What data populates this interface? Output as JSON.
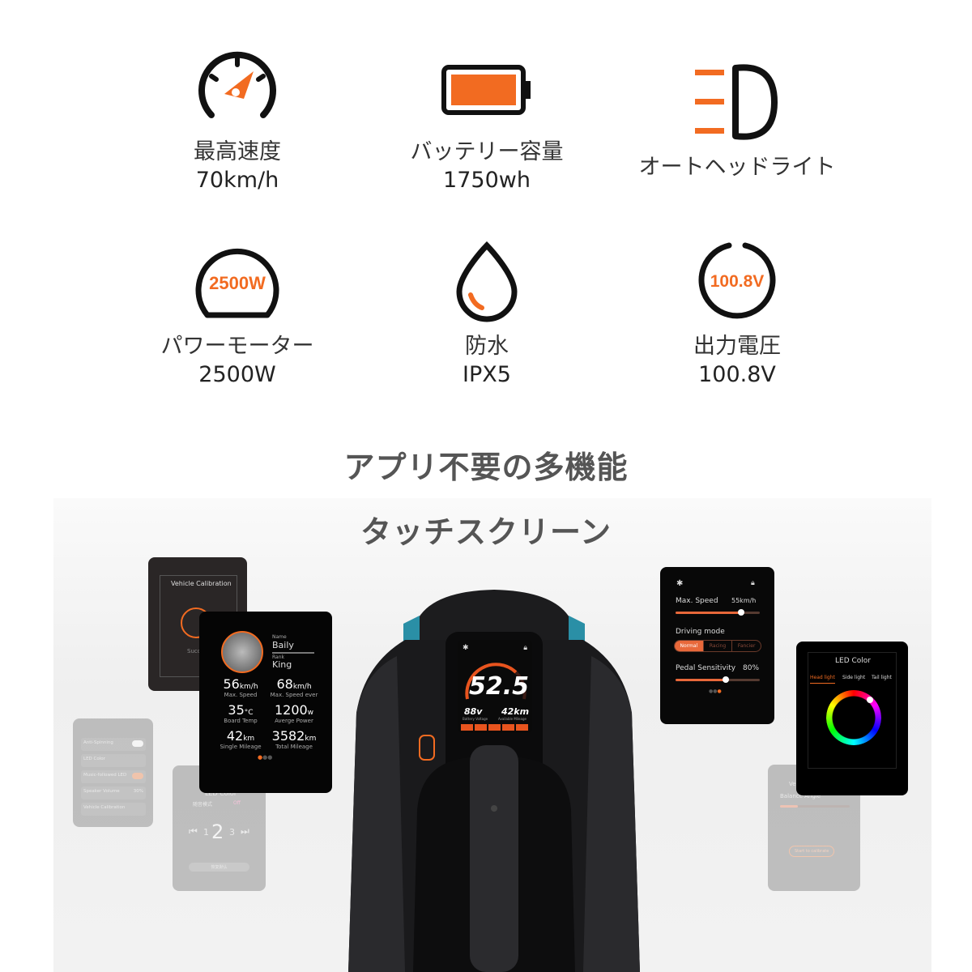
{
  "features": [
    {
      "icon": "speedometer-icon",
      "label": "最高速度",
      "value": "70km/h"
    },
    {
      "icon": "battery-icon",
      "label": "バッテリー容量",
      "value": "1750wh"
    },
    {
      "icon": "headlight-icon",
      "label": "オートヘッドライト"
    },
    {
      "icon": "motor-icon",
      "icon_text": "2500W",
      "label": "パワーモーター",
      "value": "2500W"
    },
    {
      "icon": "water-drop-icon",
      "label": "防水",
      "value": "IPX5"
    },
    {
      "icon": "voltage-icon",
      "icon_text": "100.8V",
      "label": "出力電圧",
      "value": "100.8V"
    }
  ],
  "headline": {
    "line1": "アプリ不要の多機能",
    "line2": "タッチスクリーン"
  },
  "colors": {
    "accent": "#f26b21",
    "text": "#222222",
    "headline": "#555555"
  },
  "screens": {
    "calibration": {
      "title": "Vehicle Calibration",
      "status": "Succe"
    },
    "profile": {
      "name_label": "Name",
      "name": "Baily",
      "rank_label": "Rank",
      "rank": "King",
      "stats": [
        {
          "value": "56",
          "unit": "km/h",
          "label": "Max. Speed"
        },
        {
          "value": "68",
          "unit": "km/h",
          "label": "Max. Speed ever"
        },
        {
          "value": "35",
          "unit": "°C",
          "label": "Board Temp"
        },
        {
          "value": "1200",
          "unit": "w",
          "label": "Averge Power"
        },
        {
          "value": "42",
          "unit": "km",
          "label": "Single Mileage"
        },
        {
          "value": "3582",
          "unit": "km",
          "label": "Total Mileage"
        }
      ]
    },
    "settings_faded": {
      "items": [
        "Anti-Spinning",
        "LED Color",
        "Music-followed LED",
        "Speaker Volume",
        "Vehicle Calibration"
      ],
      "volume": "30%"
    },
    "led_faded": {
      "title": "LED Color",
      "tabs": [
        "随音模式",
        "Off"
      ],
      "numbers": [
        "1",
        "2",
        "3"
      ],
      "button": "恢复默认"
    },
    "main": {
      "speed": "52.5",
      "voltage": "88v",
      "voltage_label": "Battery Voltage",
      "range": "42km",
      "range_label": "Available Mileage"
    },
    "ride": {
      "max_speed_label": "Max. Speed",
      "max_speed": "55km/h",
      "max_speed_fraction": 0.78,
      "driving_mode_label": "Driving mode",
      "modes": [
        "Normal",
        "Racing",
        "Fancier"
      ],
      "selected_mode": "Normal",
      "pedal_label": "Pedal Sensitivity",
      "pedal": "80%",
      "pedal_fraction": 0.6
    },
    "led": {
      "title": "LED Color",
      "tabs": [
        "Head light",
        "Side light",
        "Tail light"
      ],
      "selected_tab": "Head light"
    },
    "balance_faded": {
      "title": "Ve",
      "label": "Balance Angle",
      "button": "Start to calibrate"
    }
  }
}
